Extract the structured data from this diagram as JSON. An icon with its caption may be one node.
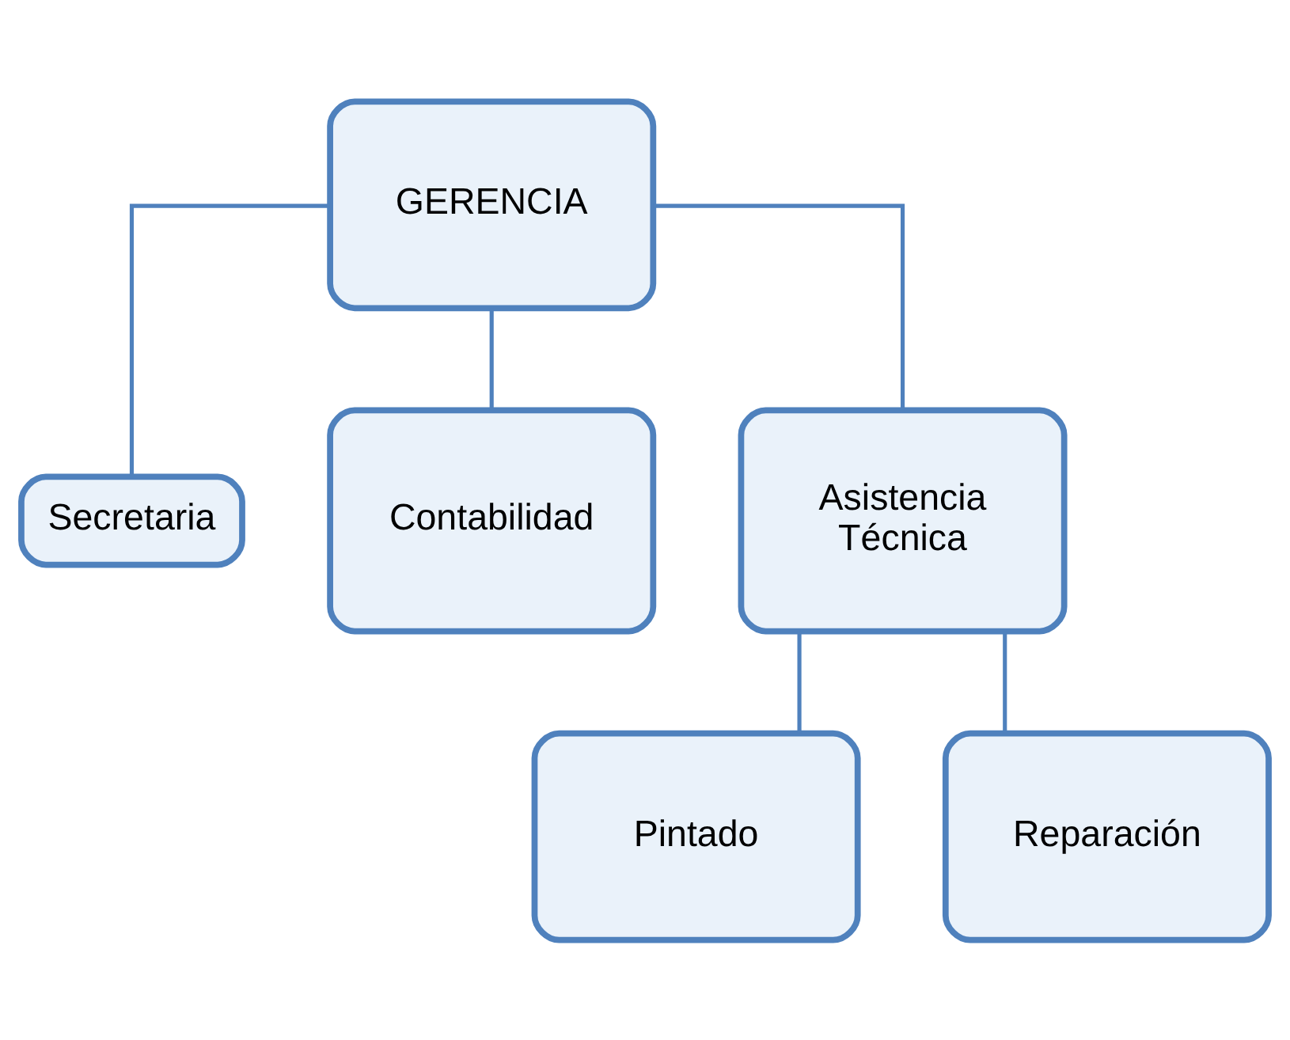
{
  "diagram": {
    "nodes": [
      {
        "text": [
          "GERENCIA"
        ]
      },
      {
        "text": [
          "Secretaria"
        ]
      },
      {
        "text": [
          "Contabilidad"
        ]
      },
      {
        "text": [
          "Asistencia Técnica"
        ]
      },
      {
        "text": [
          "Pintado"
        ]
      },
      {
        "text": [
          "Reparación"
        ]
      }
    ],
    "edges": [
      {
        "from": 0,
        "to": 1,
        "arrow": "none"
      },
      {
        "from": 0,
        "to": 2,
        "arrow": "none"
      },
      {
        "from": 0,
        "to": 3,
        "arrow": "none"
      },
      {
        "from": 3,
        "to": 4,
        "arrow": "none"
      },
      {
        "from": 3,
        "to": 5,
        "arrow": "none"
      }
    ]
  }
}
